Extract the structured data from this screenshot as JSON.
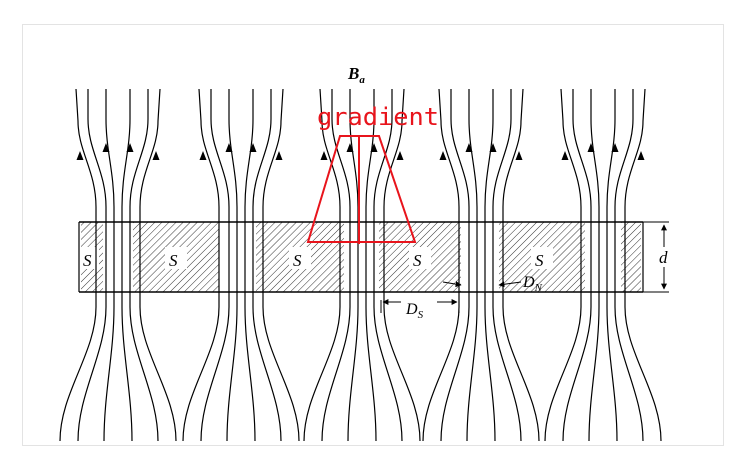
{
  "diagram": {
    "field_label_main": "B",
    "field_label_sub": "a",
    "region_labels": [
      "S",
      "S",
      "S",
      "S",
      "S"
    ],
    "thickness_label": "d",
    "ds_label_main": "D",
    "ds_label_sub": "S",
    "dn_label_main": "D",
    "dn_label_sub": "N",
    "annotation_text": "gradient",
    "annotation_color": "#e8141c"
  }
}
